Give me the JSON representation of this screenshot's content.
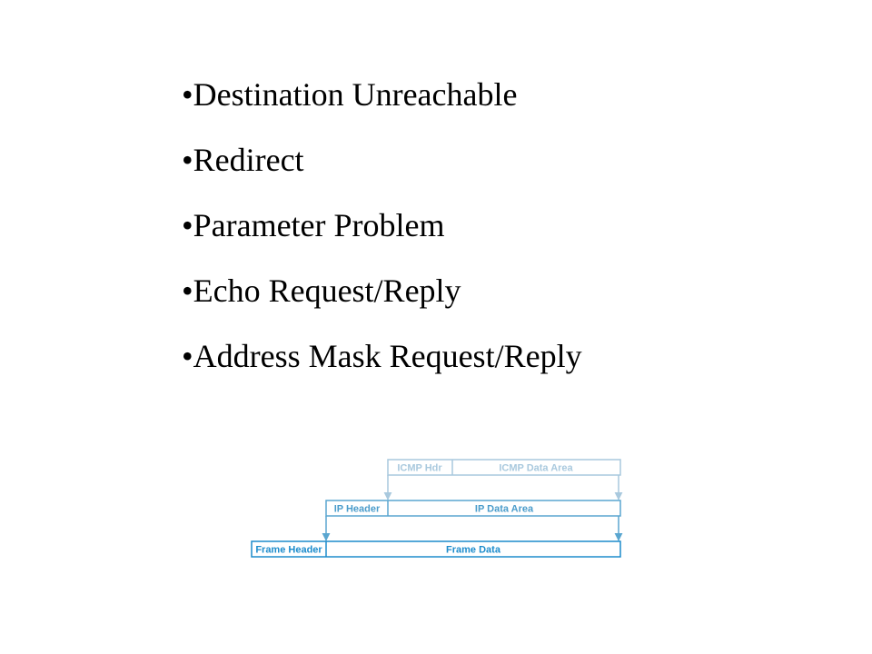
{
  "slide": {
    "bullets": [
      "Destination Unreachable",
      "Redirect",
      "Parameter Problem",
      "Echo Request/Reply",
      "Address Mask Request/Reply"
    ]
  },
  "diagram": {
    "colors": {
      "icmp": "#a9c9de",
      "ip": "#5aa6d0",
      "frame": "#1d8ccc"
    },
    "icmp_layer": {
      "header": "ICMP Hdr",
      "data": "ICMP Data Area"
    },
    "ip_layer": {
      "header": "IP Header",
      "data": "IP Data Area"
    },
    "frame_layer": {
      "header": "Frame Header",
      "data": "Frame Data"
    }
  }
}
